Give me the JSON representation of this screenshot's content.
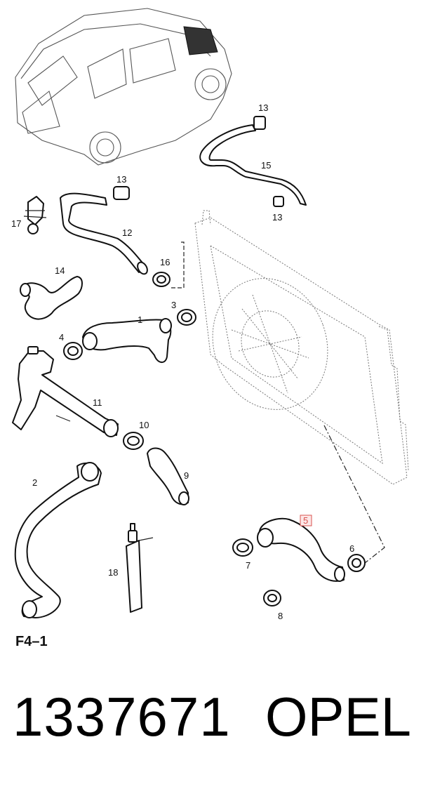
{
  "diagram": {
    "callouts": [
      "13",
      "15",
      "13",
      "13",
      "17",
      "12",
      "16",
      "14",
      "3",
      "1",
      "4",
      "11",
      "10",
      "9",
      "2",
      "18",
      "5",
      "7",
      "6",
      "8"
    ],
    "highlighted_callout": "5",
    "highlight_color": "#d9534f",
    "figure_ref": "F4–1"
  },
  "footer": {
    "part_number": "1337671",
    "brand": "OPEL"
  }
}
